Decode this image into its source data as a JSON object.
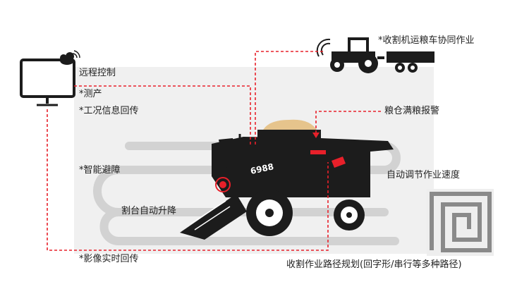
{
  "labels": {
    "remote_control": "远程控制",
    "yield": "*测产",
    "work_info_return": "*工况信息回传",
    "smart_avoid": "*智能避障",
    "header_lift": "割台自动升降",
    "video_return": "*影像实时回传",
    "collab": "*收割机运粮车协同作业",
    "grain_full": "粮仓满粮报警",
    "speed_adjust": "自动调节作业速度",
    "path_plan": "收割作业路径规划(回字形/串行等多种路径)"
  },
  "harvester": {
    "model": "6988"
  },
  "colors": {
    "accent": "#e8202a",
    "machine": "#1c1c1c",
    "track": "#d0d0d0",
    "panel": "#f0f0f0",
    "grain": "#e6c48c"
  },
  "icons": [
    "monitor-cloud-icon",
    "tractor-trailer-icon",
    "spiral-path-icon",
    "wifi-icon"
  ]
}
